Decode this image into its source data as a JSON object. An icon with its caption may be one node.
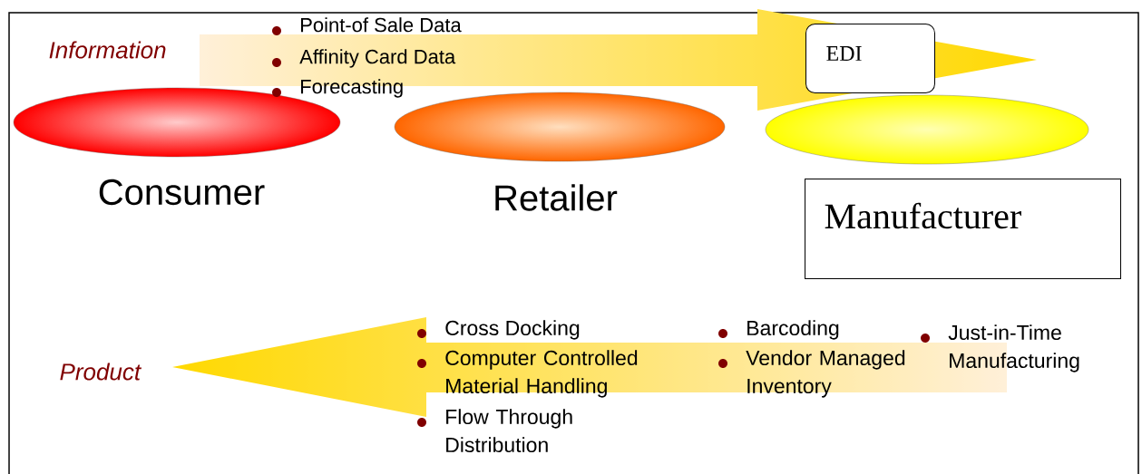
{
  "diagram": {
    "nodes": [
      {
        "text": [
          "Consumer"
        ]
      },
      {
        "text": [
          "Retailer"
        ]
      },
      {
        "text": [],
        "shape": "ellipse"
      },
      {
        "text": [
          "Manufacturer"
        ]
      },
      {
        "text": [
          "EDI"
        ]
      }
    ],
    "labels": [
      "Information",
      "Point-of Sale Data",
      "Affinity Card Data",
      "Forecasting",
      "Product",
      "Cross Docking",
      "Computer Controlled Material Handling",
      "Flow Through Distribution",
      "Barcoding",
      "Vendor Managed Inventory",
      "Just-in-Time Manufacturing"
    ]
  }
}
